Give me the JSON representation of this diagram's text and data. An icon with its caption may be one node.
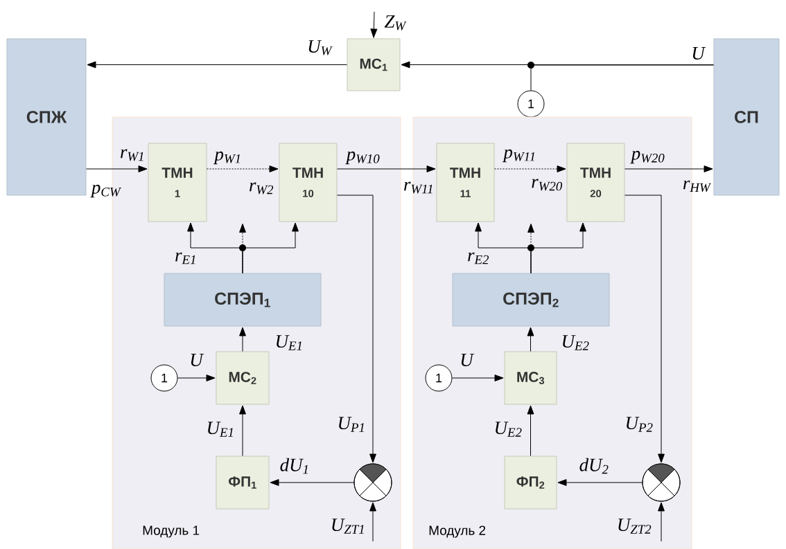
{
  "diagram": {
    "nodes": [
      {
        "text": [
          "СПЖ"
        ]
      },
      {
        "text": [
          "МС$_{1}$"
        ]
      },
      {
        "text": [
          "СП"
        ]
      },
      {
        "text": [
          "1"
        ]
      },
      {
        "text": [
          "Модуль 1"
        ]
      },
      {
        "text": [
          "Модуль 2"
        ]
      },
      {
        "text": [
          "ТМН",
          "1"
        ],
        "in": 4
      },
      {
        "text": [
          "ТМН",
          "10"
        ],
        "in": 4
      },
      {
        "text": [
          "СПЭП$_{1}$"
        ],
        "in": 4
      },
      {
        "text": [
          "1"
        ],
        "in": 4
      },
      {
        "text": [
          "МС$_{2}$"
        ],
        "in": 4
      },
      {
        "text": [
          "ФП$_{1}$"
        ],
        "in": 4
      },
      {
        "text": [],
        "shape": "circle",
        "in": 4
      },
      {
        "text": [
          "ТМН",
          "11"
        ],
        "in": 5
      },
      {
        "text": [
          "ТМН",
          "20"
        ],
        "in": 5
      },
      {
        "text": [
          "СПЭП$_{2}$"
        ],
        "in": 5
      },
      {
        "text": [
          "1"
        ],
        "in": 5
      },
      {
        "text": [
          "МС$_{3}$"
        ],
        "in": 5
      },
      {
        "text": [
          "ФП$_{2}$"
        ],
        "in": 5
      },
      {
        "text": [],
        "shape": "circle",
        "in": 5
      }
    ],
    "edges": [
      {
        "from": 1,
        "to": 0,
        "arrow": "to",
        "label": "U$_{W}$"
      },
      {
        "from": 2,
        "to": 1,
        "arrow": "to",
        "label": "U"
      },
      {
        "from": 2,
        "to": 3,
        "arrow": "none"
      },
      {
        "from": null,
        "to": 1,
        "arrow": "to",
        "label": "Z$_{W}$"
      },
      {
        "from": 0,
        "to": 6,
        "arrow": "to",
        "label": "p$_{CW}$"
      },
      {
        "from": 6,
        "to": 7,
        "arrow": "to",
        "style": "dashed",
        "label": "p$_{W1}$"
      },
      {
        "from": 7,
        "to": 13,
        "arrow": "to",
        "label": "p$_{W10}$"
      },
      {
        "from": 13,
        "to": 14,
        "arrow": "to",
        "style": "dashed",
        "label": "p$_{W11}$"
      },
      {
        "from": 14,
        "to": 2,
        "arrow": "to",
        "label": "p$_{W20}$"
      },
      {
        "from": 8,
        "to": 6,
        "arrow": "to",
        "label": "r$_{E1}$"
      },
      {
        "from": 8,
        "to": 7,
        "arrow": "to"
      },
      {
        "from": 8,
        "to": null,
        "arrow": "to",
        "style": "dashed"
      },
      {
        "from": 11,
        "to": 10,
        "arrow": "to",
        "label": "U$_{E1}$"
      },
      {
        "from": 10,
        "to": 8,
        "arrow": "to",
        "label": "U$_{E1}$"
      },
      {
        "from": 9,
        "to": 10,
        "arrow": "to",
        "label": "U"
      },
      {
        "from": 12,
        "to": 11,
        "arrow": "to",
        "label": "dU$_{1}$"
      },
      {
        "from": 7,
        "to": 12,
        "arrow": "to",
        "label": "U$_{P1}$"
      },
      {
        "from": null,
        "to": 12,
        "arrow": "to",
        "label": "U$_{ZT1}$"
      },
      {
        "from": 15,
        "to": 13,
        "arrow": "to",
        "label": "r$_{E2}$"
      },
      {
        "from": 15,
        "to": 14,
        "arrow": "to"
      },
      {
        "from": 15,
        "to": null,
        "arrow": "to",
        "style": "dashed"
      },
      {
        "from": 18,
        "to": 17,
        "arrow": "to",
        "label": "U$_{E2}$"
      },
      {
        "from": 17,
        "to": 15,
        "arrow": "to",
        "label": "U$_{E2}$"
      },
      {
        "from": 16,
        "to": 17,
        "arrow": "to",
        "label": "U"
      },
      {
        "from": 19,
        "to": 18,
        "arrow": "to",
        "label": "dU$_{2}$"
      },
      {
        "from": 14,
        "to": 19,
        "arrow": "to",
        "label": "U$_{P2}$"
      },
      {
        "from": null,
        "to": 19,
        "arrow": "to",
        "label": "U$_{ZT2}$"
      }
    ],
    "labels": [
      "r$_{W1}$",
      "r$_{W2}$",
      "r$_{W11}$",
      "r$_{W20}$",
      "r$_{HW}$"
    ]
  }
}
